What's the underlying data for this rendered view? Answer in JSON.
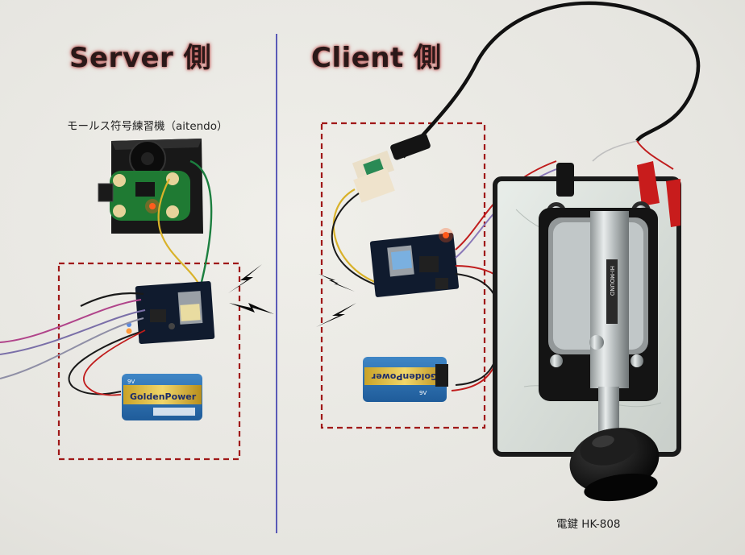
{
  "labels": {
    "server_heading": "Server 側",
    "client_heading": "Client 側",
    "trainer_caption": "モールス符号練習機（aitendo）",
    "key_caption": "電鍵 HK-808"
  },
  "battery_text": {
    "brand": "GoldenPower",
    "voltage": "9V"
  },
  "key_model_mark": "HI-MOUND",
  "colors": {
    "divider": "#2a2aa8",
    "dashed_box": "#a01818",
    "heading_glow": "#b04040",
    "background": "#ecebe6"
  }
}
